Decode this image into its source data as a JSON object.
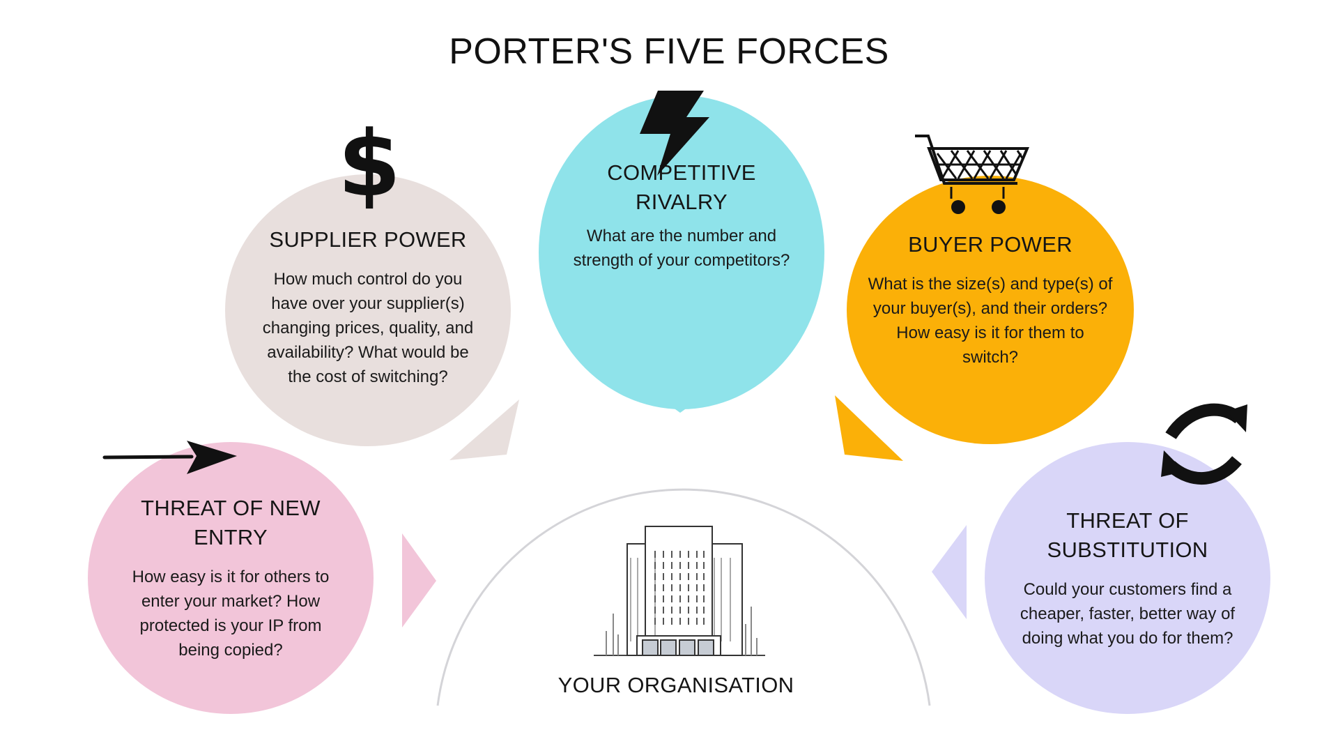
{
  "title": "PORTER'S FIVE FORCES",
  "forces": {
    "supplier": {
      "heading": "SUPPLIER POWER",
      "question": "How much control do you have over your supplier(s) changing prices, quality, and availability? What would be the cost of switching?",
      "icon": "dollar-icon",
      "color": "#e8dfdd"
    },
    "rivalry": {
      "heading": "COMPETITIVE RIVALRY",
      "question": "What are the number and strength of your competitors?",
      "icon": "lightning-bolt-icon",
      "color": "#8fe3ea"
    },
    "buyer": {
      "heading": "BUYER POWER",
      "question": "What is the size(s) and type(s) of your buyer(s), and their orders? How easy is it for them to switch?",
      "icon": "shopping-cart-icon",
      "color": "#fbb008"
    },
    "new_entry": {
      "heading": "THREAT OF NEW ENTRY",
      "question": "How easy is it for others to enter your market? How protected is your IP from being copied?",
      "icon": "arrow-right-icon",
      "color": "#f2c5d9"
    },
    "substitution": {
      "heading": "THREAT OF SUBSTITUTION",
      "question": "Could your customers find a cheaper, faster, better way of doing what you do for them?",
      "icon": "refresh-cycle-icon",
      "color": "#d9d6f8"
    }
  },
  "organisation": {
    "label": "YOUR ORGANISATION",
    "icon": "office-building-icon"
  }
}
